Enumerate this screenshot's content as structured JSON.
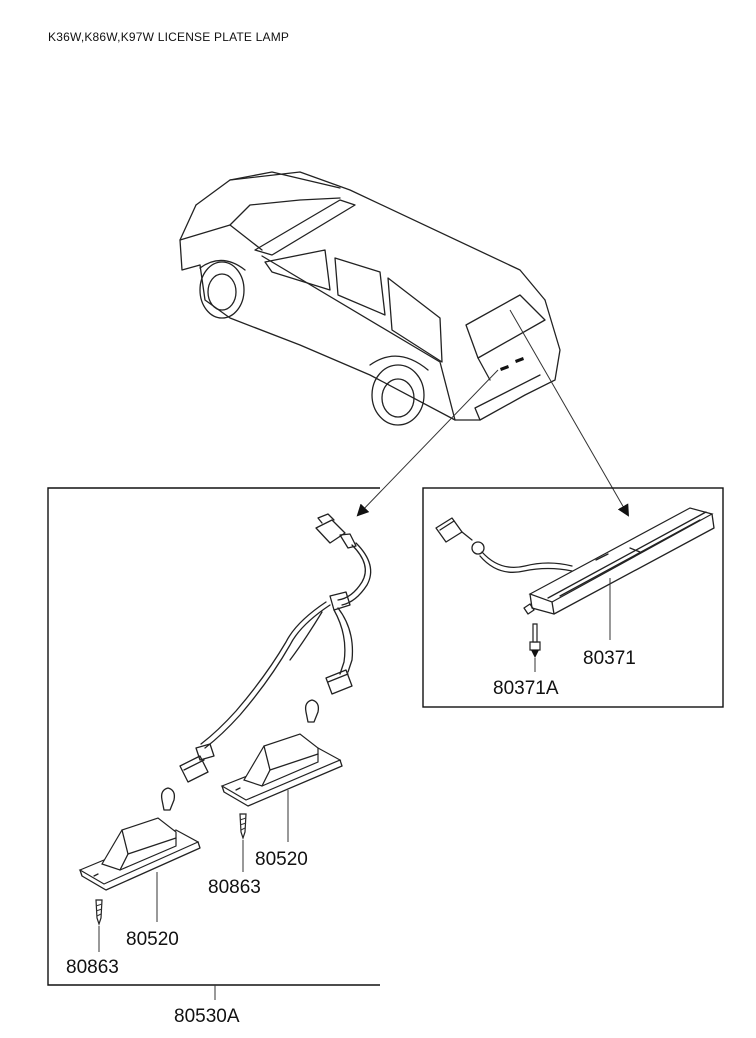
{
  "title": "K36W,K86W,K97W LICENSE PLATE LAMP",
  "labels": {
    "lamp_right_part": "80520",
    "lamp_right_screw": "80863",
    "lamp_left_part": "80520",
    "lamp_left_screw": "80863",
    "lamp_assembly": "80530A",
    "high_mount_lamp": "80371",
    "high_mount_screw": "80371A"
  }
}
